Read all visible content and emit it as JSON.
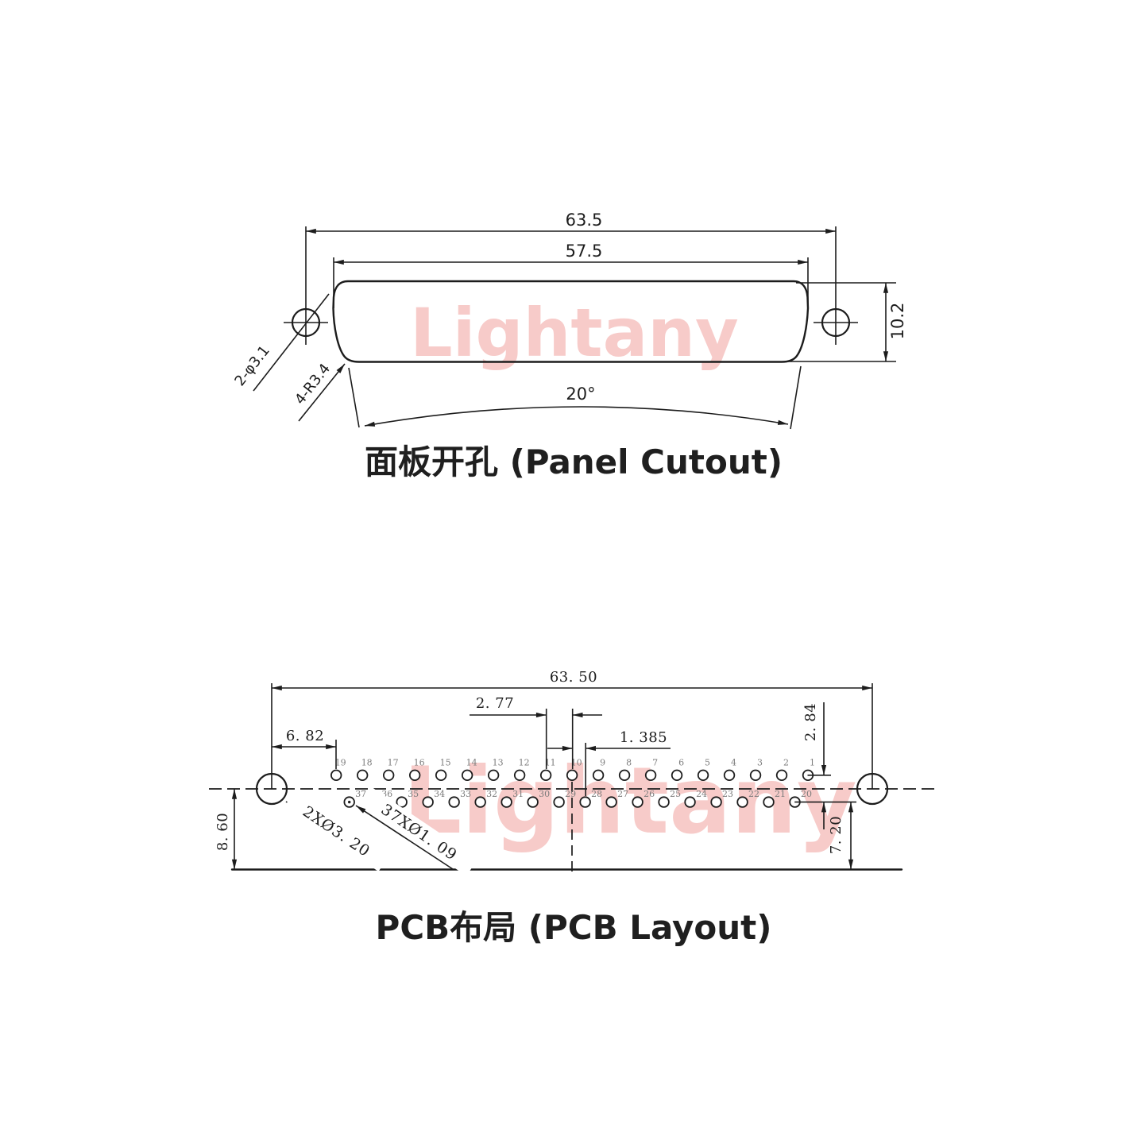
{
  "watermark": {
    "text": "Lightany"
  },
  "panel_view": {
    "title": "面板开孔 (Panel Cutout)",
    "dim_outer_width": "63.5",
    "dim_cutout_width": "57.5",
    "dim_cutout_height": "10.2",
    "dim_side_angle": "20°",
    "label_mount_holes": "2-φ3.1",
    "label_corner_radius": "4-R3.4"
  },
  "pcb_view": {
    "title": "PCB布局 (PCB Layout)",
    "dim_outer_width": "63. 50",
    "dim_hole_to_pin19": "6. 82",
    "dim_pin_pitch": "2. 77",
    "dim_row_offset": "1. 385",
    "dim_row_spacing": "2. 84",
    "dim_hole_center_to_edge": "8. 60",
    "dim_pin_row_to_edge": "7. 20",
    "label_mount_holes": "2XØ3. 20",
    "label_pin_holes": "37XØ1. 09",
    "pins_top": [
      "19",
      "18",
      "17",
      "16",
      "15",
      "14",
      "13",
      "12",
      "11",
      "10",
      "9",
      "8",
      "7",
      "6",
      "5",
      "4",
      "3",
      "2",
      "1"
    ],
    "pins_bottom": [
      "37",
      "36",
      "35",
      "34",
      "33",
      "32",
      "31",
      "30",
      "29",
      "28",
      "27",
      "26",
      "25",
      "24",
      "23",
      "22",
      "21",
      "20"
    ]
  },
  "colors": {
    "line": "#1c1c1c",
    "pin_number": "#7c7c7c",
    "watermark": "#f7cbc9",
    "background": "#ffffff"
  }
}
